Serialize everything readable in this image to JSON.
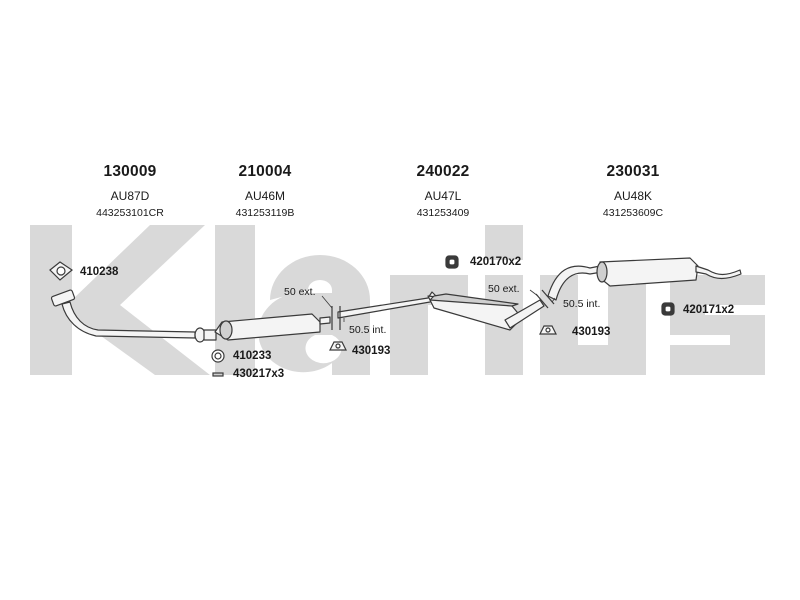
{
  "watermark": {
    "text": "Klarius",
    "color": "#d9d9d9"
  },
  "groups": [
    {
      "part_number": "130009",
      "code": "AU87D",
      "oem": "443253101CR"
    },
    {
      "part_number": "210004",
      "code": "AU46M",
      "oem": "431253119B"
    },
    {
      "part_number": "240022",
      "code": "AU47L",
      "oem": "431253409"
    },
    {
      "part_number": "230031",
      "code": "AU48K",
      "oem": "431253609C"
    }
  ],
  "parts": {
    "p410238": "410238",
    "p410233": "410233",
    "p430217": "430217x3",
    "p430193a": "430193",
    "p420170": "420170x2",
    "p430193b": "430193",
    "p420171": "420171x2"
  },
  "dimensions": {
    "d1_ext": "50 ext.",
    "d1_int": "50.5 int.",
    "d2_ext": "50 ext.",
    "d2_int": "50.5 int."
  },
  "colors": {
    "line": "#3a3a3a",
    "fill": "#f4f4f4",
    "shade": "#cfcfcf"
  }
}
